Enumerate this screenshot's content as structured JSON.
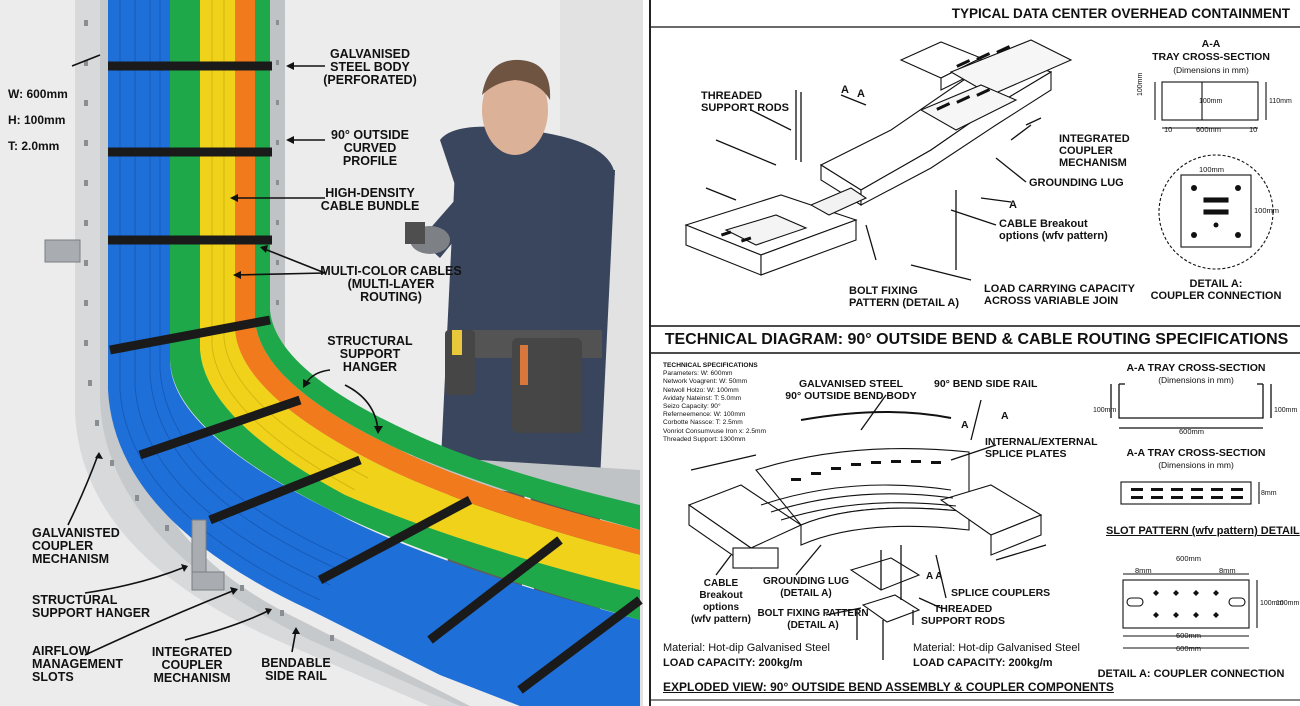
{
  "photo": {
    "spec_lines": [
      "W: 600mm",
      "H: 100mm",
      "T: 2.0mm"
    ],
    "labels": [
      "GALVANISED\nSTEEL BODY\n(PERFORATED)",
      "90° OUTSIDE\nCURVED PROFILE",
      "HIGH-DENSITY\nCABLE BUNDLE",
      "MULTI-COLOR CABLES\n(MULTI-LAYER ROUTING)",
      "STRUCTURAL\nSUPPORT\nHANGER",
      "GALVANISTED\nCOUPLER\nMECHANISM",
      "STRUCTURAL\nSUPPORT HANGER",
      "AIRFLOW\nMANAGEMENT\nSLOTS",
      "INTEGRATED\nCOUPLER\nMECHANISM",
      "BENDABLE\nSIDE RAIL"
    ],
    "colors": {
      "blue": "#1f6fd8",
      "yellow": "#f0d21a",
      "green": "#1fa84a",
      "orange": "#f07a1c",
      "steel": "#c6c9cc",
      "strap": "#1a1a1a",
      "shirt": "#1c2a45"
    }
  },
  "sheet": {
    "top_title": "TYPICAL DATA CENTER OVERHEAD CONTAINMENT",
    "main_title": "TECHNICAL DIAGRAM:  90° OUTSIDE BEND & CABLE ROUTING SPECIFICATIONS",
    "top": {
      "threaded_rods": "THREADED\nSUPPORT RODS",
      "section_mark": "A",
      "integrated_coupler": "INTEGRATED\nCOUPLER\nMECHANISM",
      "grounding_lug": "GROUNDING LUG",
      "cable_breakout": "CABLE Breakout\noptions (wfv pattern)",
      "bolt_fixing": "BOLT FIXING\nPATTERN (DETAIL A)",
      "load_capacity": "LOAD CARRYING CAPACITY\nACROSS VARIABLE JOIN",
      "aa_title": "A-A",
      "aa_sub": "TRAY CROSS-SECTION",
      "aa_dims": "(Dimensions in mm)",
      "aa_h_left": "100mm",
      "aa_h_inner": "100mm",
      "aa_h_right": "110mm",
      "aa_w": "600mm",
      "aa_side_l": "10",
      "aa_side_r": "10",
      "detail_w": "100mm",
      "detail_h": "100mm",
      "detail_title": "DETAIL A:\nCOUPLER CONNECTION"
    },
    "bottom": {
      "specs_title": "TECHNICAL SPECIFICATIONS",
      "specs": [
        "Parameters: W: 600mm",
        "Network Voagrent: W: 50mm",
        "Netwoll Holzo: W: 100mm",
        "Avidaty Nateinst: T: 5.0mm",
        "Seizo Capacity: 90°",
        "Referneemence: W: 100mm",
        "Corbotte Nassce: T: 2.5mm",
        "Vonriot Consumvuse Iron x: 2.5mm",
        "Threaded Support: 1300mm"
      ],
      "body_label": "GALVANISED STEEL\n90° OUTSIDE BEND BODY",
      "side_rail": "90° BEND SIDE RAIL",
      "section_mark": "A",
      "splice_plates": "INTERNAL/EXTERNAL\nSPLICE PLATES",
      "cable_breakout": "CABLE\nBreakout\noptions\n(wfv pattern)",
      "grounding_lug": "GROUNDING LUG\n(DETAIL A)",
      "bolt_fixing": "BOLT FIXING PATTERN\n(DETAIL A)",
      "aa_mark": "A A",
      "splice_couplers": "SPLICE COUPLERS",
      "threaded_rods": "THREADED\nSUPPORT RODS",
      "material_1": "Material: Hot-dip Galvanised Steel",
      "load_1": "LOAD CAPACITY: 200kg/m",
      "material_2": "Material: Hot-dip Galvanised Steel",
      "load_2": "LOAD CAPACITY: 200kg/m",
      "caption": "EXPLODED VIEW: 90° OUTSIDE BEND ASSEMBLY & COUPLER COMPONENTS",
      "aa1_title": "A-A TRAY CROSS-SECTION",
      "aa1_dims": "(Dimensions in mm)",
      "aa1_h_l": "100mm",
      "aa1_h_r": "100mm",
      "aa1_w": "600mm",
      "aa2_title": "A-A TRAY CROSS-SECTION",
      "aa2_dims": "(Dimensions in mm)",
      "aa2_h": "8mm",
      "slot_title": "SLOT PATTERN (wfv pattern) DETAIL",
      "plate_w_top": "600mm",
      "plate_s_l": "8mm",
      "plate_s_r": "8mm",
      "plate_h_1": "100mm",
      "plate_h_2": "100mm",
      "plate_w_1": "600mm",
      "plate_w_2": "600mm",
      "detail_title": "DETAIL A: COUPLER CONNECTION"
    }
  }
}
